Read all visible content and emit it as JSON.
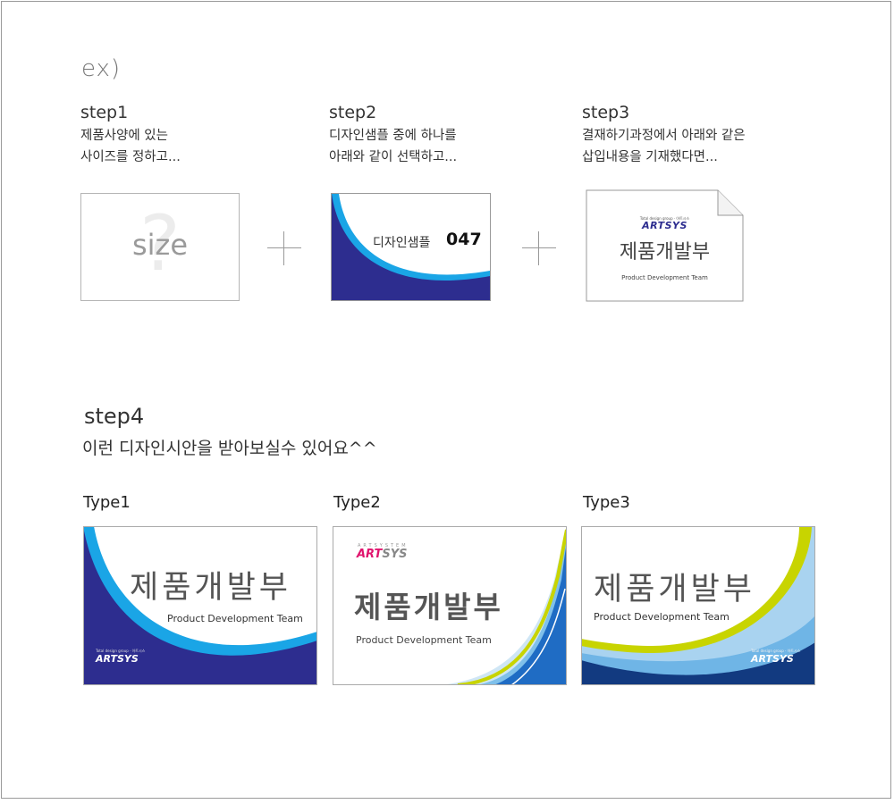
{
  "example_label": "ex)",
  "steps": [
    {
      "title": "step1",
      "desc": "제품사양에 있는\n사이즈를 정하고..."
    },
    {
      "title": "step2",
      "desc": "디자인샘플 중에 하나를\n아래와 같이 선택하고..."
    },
    {
      "title": "step3",
      "desc": "결재하기과정에서 아래와 같은\n삽입내용을 기재했다면..."
    }
  ],
  "size_card": {
    "text": "size",
    "glyph": "?"
  },
  "sample_card": {
    "label": "디자인샘플",
    "number": "047"
  },
  "doc_card": {
    "logo_small": "Total design group · 아트시스",
    "logo": "ARTSYS",
    "title": "제품개발부",
    "subtitle": "Product Development Team"
  },
  "step4": {
    "title": "step4",
    "desc": "이런 디자인시안을 받아보실수 있어요^^"
  },
  "types": [
    {
      "label": "Type1",
      "title": "제품개발부",
      "subtitle": "Product Development Team",
      "logo_small": "Total design group · 아트시스",
      "logo": "ARTSYS"
    },
    {
      "label": "Type2",
      "title": "제품개발부",
      "subtitle": "Product Development Team",
      "logo_small": "ARTSYSTEM",
      "logo_a": "ART",
      "logo_b": "SYS"
    },
    {
      "label": "Type3",
      "title": "제품개발부",
      "subtitle": "Product Development Team",
      "logo_small": "Total design group · 아트시스",
      "logo": "ARTSYS"
    }
  ],
  "colors": {
    "navy": "#2d2d8f",
    "cyan": "#1aa5e6",
    "lime": "#c8d400",
    "blue": "#1f6cc4",
    "magenta": "#e0156e"
  }
}
